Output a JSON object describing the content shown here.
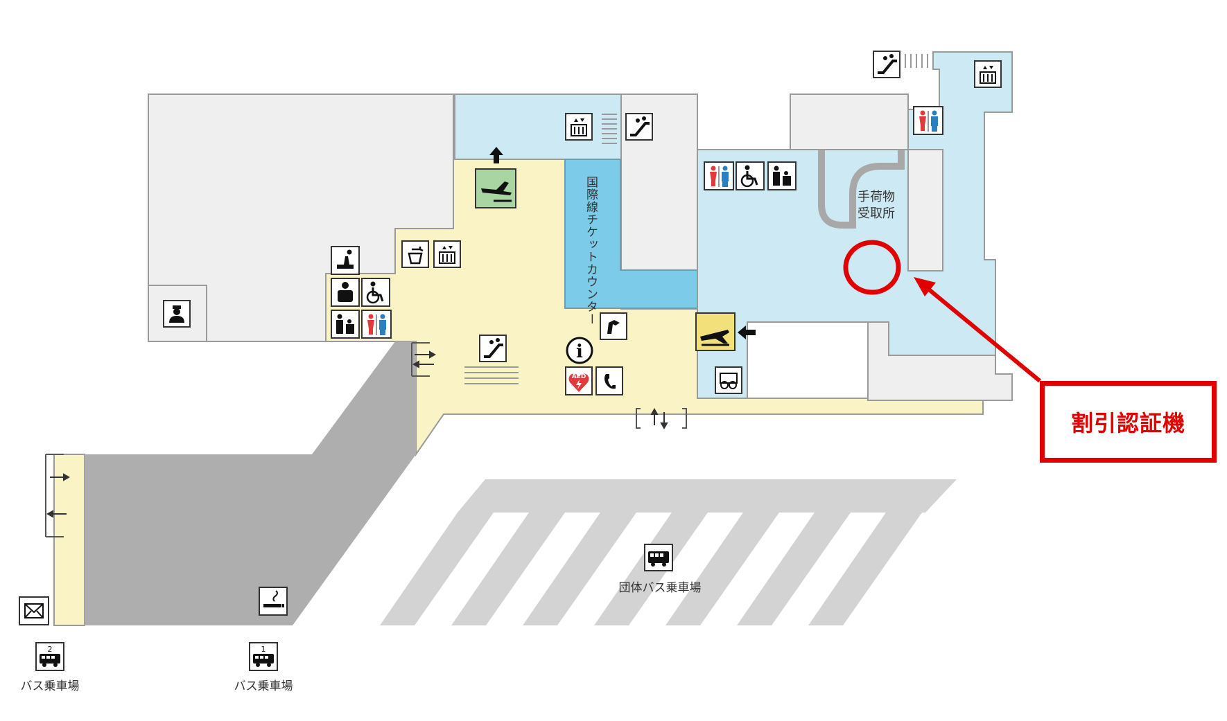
{
  "labels": {
    "international_ticket_counter": "国際線チケットカウンター",
    "baggage_claim_line1": "手荷物",
    "baggage_claim_line2": "受取所",
    "group_bus_stop": "団体バス乗車場",
    "bus_stop_2": "バス乗車場",
    "bus_stop_1": "バス乗車場",
    "bus_stop_2_number": "2",
    "bus_stop_1_number": "1",
    "aed": "AED",
    "info": "i"
  },
  "callout": {
    "text": "割引認証機"
  },
  "colors": {
    "departures_zone": "#cde9f3",
    "main_hall": "#faf3c6",
    "ticket_counter": "#7ccbe8",
    "gray_building": "#efefef",
    "dark_gray_zone": "#aeaeae",
    "parking_stripes": "#d3d3d3",
    "highlight_red": "#e00000",
    "departure_icon_bg": "#a8d5a2",
    "arrival_icon_bg": "#f2e07a"
  },
  "icons": [
    "escalator-icon",
    "elevator-icon",
    "restroom-icon",
    "wheelchair-icon",
    "nursing-room-icon",
    "departure-gate-icon",
    "arrival-gate-icon",
    "information-icon",
    "aed-icon",
    "telephone-icon",
    "drinking-fountain-icon",
    "baby-care-icon",
    "security-guard-icon",
    "smoking-area-icon",
    "mailbox-icon",
    "bus-icon",
    "currency-exchange-icon",
    "entrance-arrow-icon"
  ]
}
